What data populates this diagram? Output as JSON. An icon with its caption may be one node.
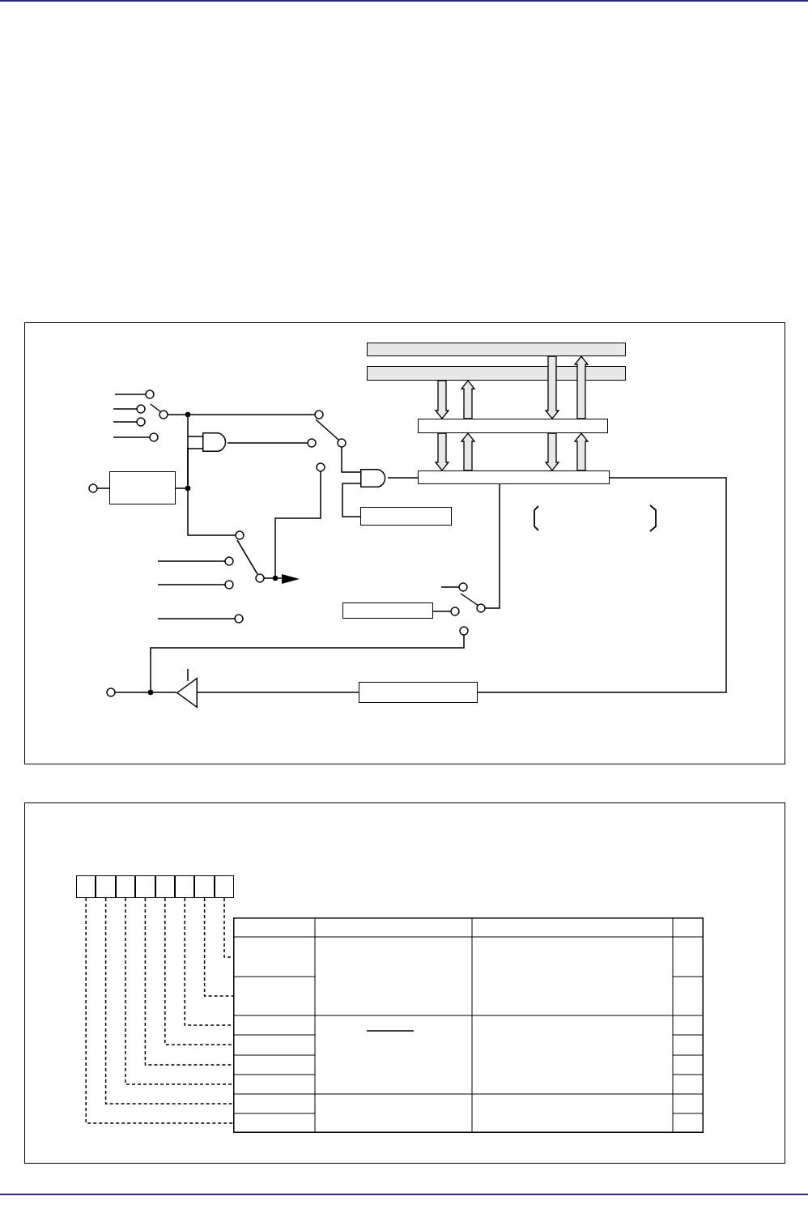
{
  "diagram": {
    "nodes": [
      {
        "text": [],
        "shape": "bar"
      },
      {
        "text": [],
        "shape": "bar"
      },
      {
        "text": [],
        "shape": "box"
      },
      {
        "text": [],
        "shape": "box"
      },
      {
        "text": [],
        "shape": "gate"
      },
      {
        "text": [],
        "shape": "gate"
      },
      {
        "text": [],
        "shape": "box"
      },
      {
        "text": [],
        "shape": "box"
      },
      {
        "text": [],
        "shape": "box"
      },
      {
        "text": [],
        "shape": "box"
      },
      {
        "text": [],
        "shape": "triangle"
      },
      {
        "text": [],
        "shape": "box"
      },
      {
        "text": [],
        "shape": "box"
      },
      {
        "text": [],
        "shape": "box"
      },
      {
        "text": [],
        "shape": "box"
      },
      {
        "text": [],
        "shape": "box"
      },
      {
        "text": [],
        "shape": "box"
      },
      {
        "text": [],
        "shape": "box"
      },
      {
        "text": [],
        "shape": "box"
      },
      {
        "text": [],
        "shape": "table"
      }
    ],
    "edges": [
      {
        "from": 1,
        "to": 2,
        "arrow": "to"
      },
      {
        "from": 2,
        "to": 1,
        "arrow": "to"
      },
      {
        "from": 0,
        "to": 2,
        "arrow": "to"
      },
      {
        "from": 2,
        "to": 0,
        "arrow": "to"
      },
      {
        "from": 2,
        "to": 3,
        "arrow": "to"
      },
      {
        "from": 3,
        "to": 2,
        "arrow": "to"
      },
      {
        "from": 2,
        "to": 3,
        "arrow": "to"
      },
      {
        "from": 3,
        "to": 2,
        "arrow": "to"
      },
      {
        "from": 5,
        "to": 3,
        "arrow": "none"
      },
      {
        "from": 7,
        "to": 5,
        "arrow": "none"
      },
      {
        "from": 3,
        "to": 9,
        "arrow": "none"
      },
      {
        "from": 9,
        "to": 10,
        "arrow": "none"
      },
      {
        "from": 6,
        "to": 4,
        "arrow": "none"
      },
      {
        "from": 11,
        "to": 19,
        "arrow": "none",
        "style": "dashed"
      },
      {
        "from": 12,
        "to": 19,
        "arrow": "none",
        "style": "dashed"
      },
      {
        "from": 13,
        "to": 19,
        "arrow": "none",
        "style": "dashed"
      },
      {
        "from": 14,
        "to": 19,
        "arrow": "none",
        "style": "dashed"
      },
      {
        "from": 15,
        "to": 19,
        "arrow": "none",
        "style": "dashed"
      },
      {
        "from": 16,
        "to": 19,
        "arrow": "none",
        "style": "dashed"
      },
      {
        "from": 17,
        "to": 19,
        "arrow": "none",
        "style": "dashed"
      },
      {
        "from": 18,
        "to": 19,
        "arrow": "none",
        "style": "dashed"
      }
    ]
  }
}
